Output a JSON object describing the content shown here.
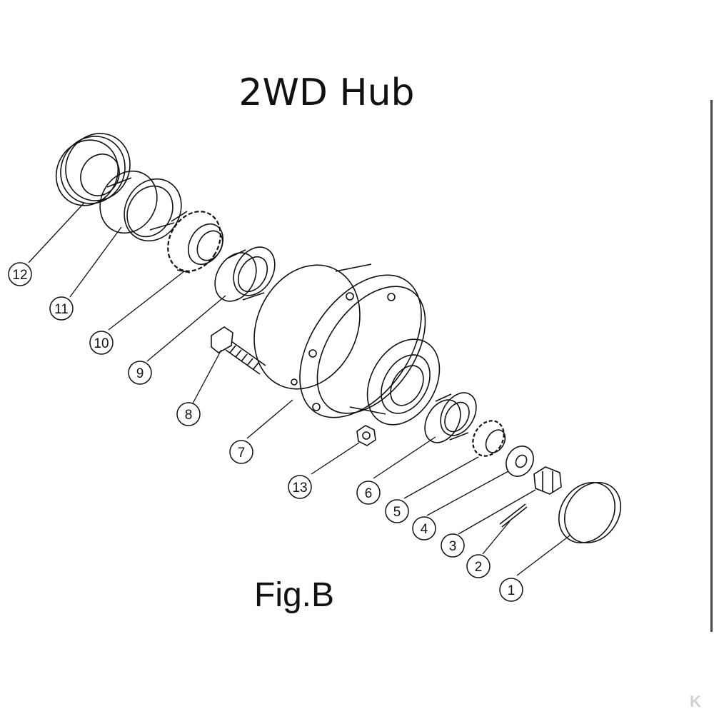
{
  "title": "2WD Hub",
  "figure_label": "Fig.B",
  "logo_text": "K",
  "callouts": [
    "1",
    "2",
    "3",
    "4",
    "5",
    "6",
    "7",
    "8",
    "9",
    "10",
    "11",
    "12",
    "13"
  ],
  "colors": {
    "line": "#111111",
    "frame": "#444444",
    "logo": "#cfcfcf"
  }
}
